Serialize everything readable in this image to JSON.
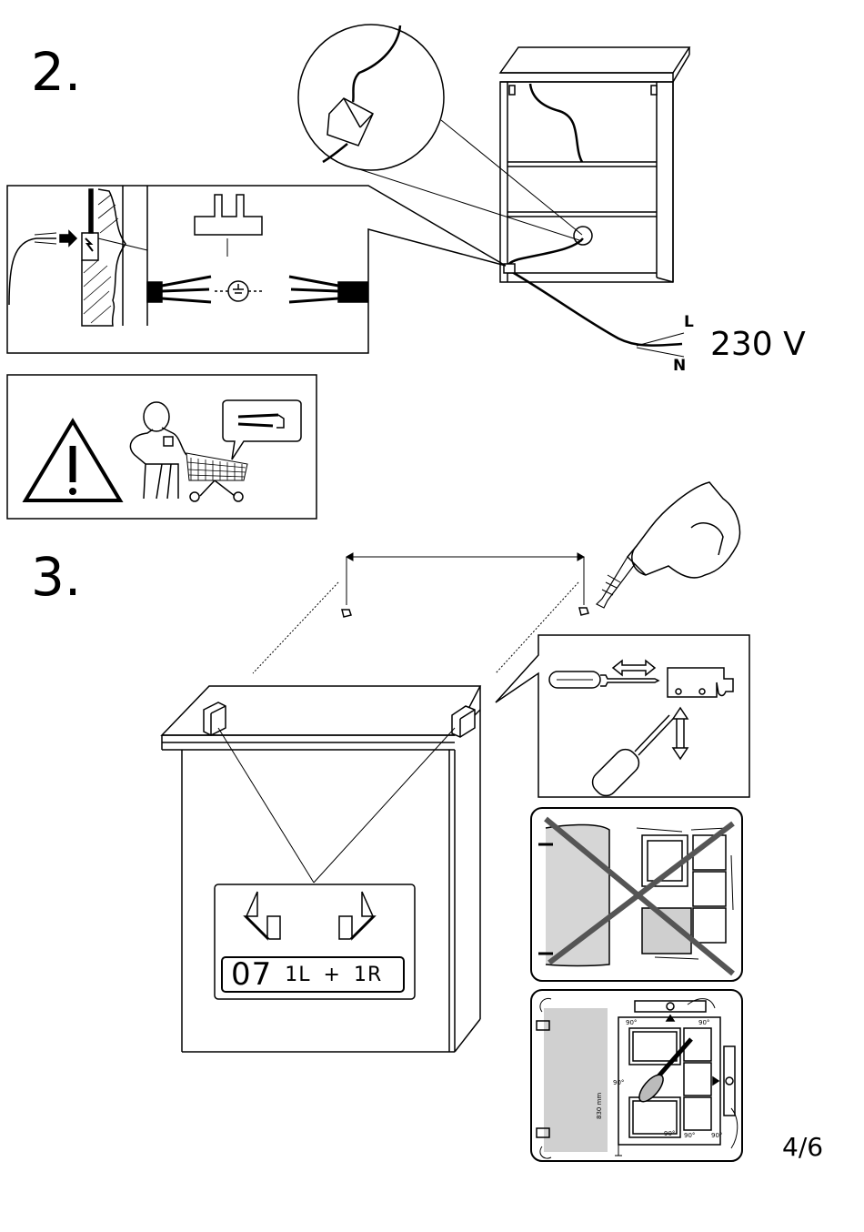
{
  "steps": {
    "step2": "2.",
    "step3": "3."
  },
  "wiring": {
    "voltage": "230 V",
    "live": "L",
    "neutral": "N"
  },
  "label_box": {
    "code": "07",
    "part_left": "1L",
    "plus": "+",
    "part_right": "1R"
  },
  "mount": {
    "angles": [
      "90°",
      "90°",
      "90°",
      "90°",
      "90°",
      "90°"
    ],
    "height_dim": "830 mm"
  },
  "page": {
    "number": "4/6"
  },
  "icons": [
    "warning-icon",
    "person-icon",
    "shopping-cart-icon",
    "drill-icon",
    "screwdriver-icon",
    "hinge-bracket-icon",
    "earth-ground-icon",
    "spirit-level-icon"
  ]
}
